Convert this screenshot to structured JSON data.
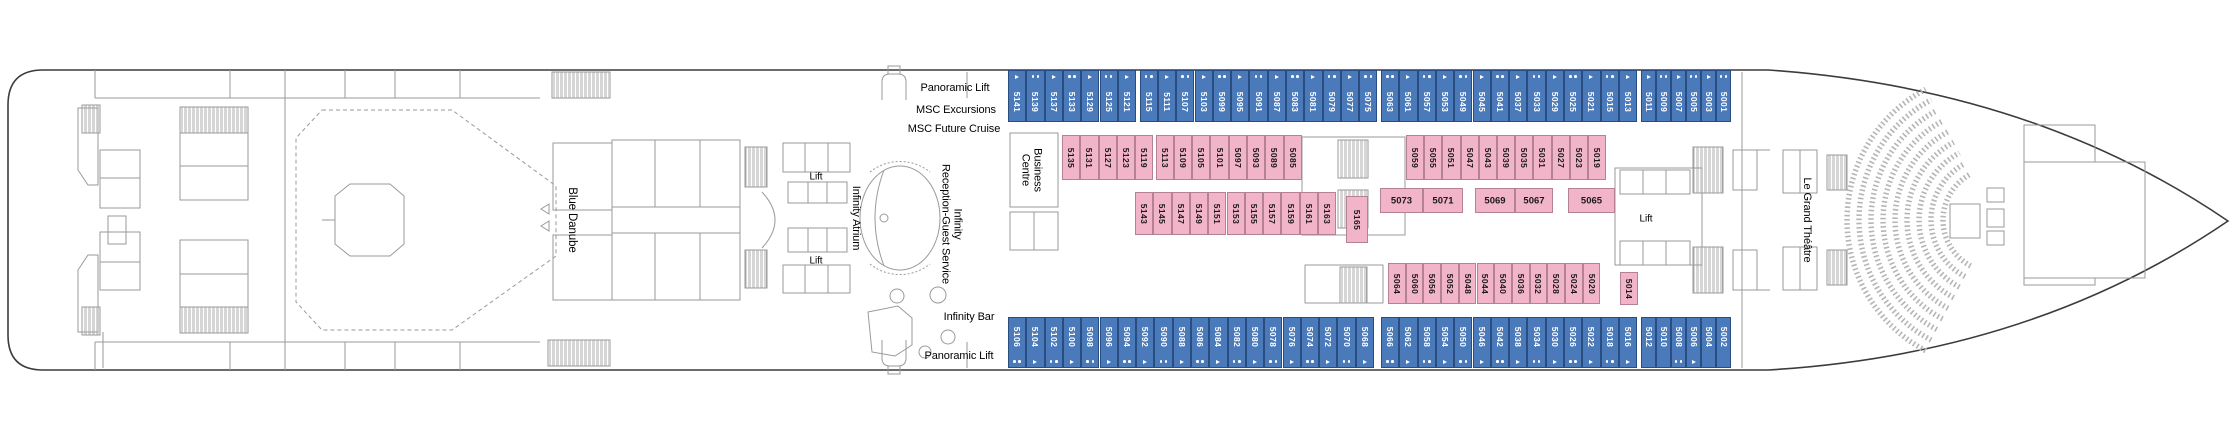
{
  "title": "Cruise ship deck plan - Deck 5",
  "colors": {
    "cabin_blue": "#4b7aba",
    "cabin_pink": "#f2b4c8",
    "wall": "#9a9a9a",
    "hull": "#3c3c3c",
    "seats": "#b5b5b5"
  },
  "labels": {
    "panoramic_lift_top": "Panoramic Lift",
    "msc_excursions": "MSC Excursions",
    "msc_future_cruise": "MSC Future Cruise",
    "business_centre_1": "Business",
    "business_centre_2": "Centre",
    "infinity_atrium": "Infinity Atrium",
    "reception_1": "Infinity",
    "reception_2": "Reception-Guest Service",
    "lift": "Lift",
    "infinity_bar": "Infinity Bar",
    "panoramic_lift_bottom": "Panoramic Lift",
    "blue_danube": "Blue Danube",
    "le_grand_theatre": "Le Grand Théâtre"
  },
  "cabins": {
    "top_a1": [
      {
        "n": "5141",
        "i": "t"
      },
      {
        "n": "5139",
        "i": "d"
      },
      {
        "n": "5137",
        "i": "t"
      },
      {
        "n": "5133",
        "i": "d"
      },
      {
        "n": "5129",
        "i": "t"
      },
      {
        "n": "5125",
        "i": "d"
      },
      {
        "n": "5121",
        "i": "t"
      }
    ],
    "top_a2": [
      {
        "n": "5115",
        "i": "d"
      },
      {
        "n": "5111",
        "i": "t"
      },
      {
        "n": "5107",
        "i": "d"
      },
      {
        "n": "5103",
        "i": "t"
      },
      {
        "n": "5099",
        "i": "d"
      },
      {
        "n": "5095",
        "i": "t"
      },
      {
        "n": "5091",
        "i": "d"
      },
      {
        "n": "5087",
        "i": "t"
      },
      {
        "n": "5083",
        "i": "d"
      },
      {
        "n": "5081",
        "i": "t"
      },
      {
        "n": "5079",
        "i": "d"
      },
      {
        "n": "5077",
        "i": "t"
      },
      {
        "n": "5075",
        "i": "d"
      }
    ],
    "top_b": [
      {
        "n": "5063",
        "i": "d"
      },
      {
        "n": "5061",
        "i": "t"
      },
      {
        "n": "5057",
        "i": "d"
      },
      {
        "n": "5053",
        "i": "t"
      },
      {
        "n": "5049",
        "i": "d"
      },
      {
        "n": "5045",
        "i": "t"
      },
      {
        "n": "5041",
        "i": "d"
      },
      {
        "n": "5037",
        "i": "t"
      },
      {
        "n": "5033",
        "i": "d"
      },
      {
        "n": "5029",
        "i": "t"
      },
      {
        "n": "5025",
        "i": "d"
      },
      {
        "n": "5021",
        "i": "t"
      },
      {
        "n": "5015",
        "i": "d"
      },
      {
        "n": "5013",
        "i": "t"
      }
    ],
    "top_c": [
      {
        "n": "5011",
        "i": "t"
      },
      {
        "n": "5009",
        "i": "d"
      },
      {
        "n": "5007",
        "i": "t"
      },
      {
        "n": "5005",
        "i": "d"
      },
      {
        "n": "5003",
        "i": "t"
      },
      {
        "n": "5001",
        "i": "d"
      }
    ],
    "pink2_a1": [
      {
        "n": "5135"
      },
      {
        "n": "5131"
      },
      {
        "n": "5127"
      },
      {
        "n": "5123"
      },
      {
        "n": "5119"
      }
    ],
    "pink2_a2": [
      {
        "n": "5113"
      },
      {
        "n": "5109"
      },
      {
        "n": "5105"
      },
      {
        "n": "5101"
      },
      {
        "n": "5097"
      },
      {
        "n": "5093"
      },
      {
        "n": "5089"
      },
      {
        "n": "5085"
      }
    ],
    "pink2_b": [
      {
        "n": "5059"
      },
      {
        "n": "5055"
      },
      {
        "n": "5051"
      },
      {
        "n": "5047"
      },
      {
        "n": "5043"
      },
      {
        "n": "5039"
      },
      {
        "n": "5035"
      },
      {
        "n": "5031"
      },
      {
        "n": "5027"
      },
      {
        "n": "5023"
      },
      {
        "n": "5019"
      }
    ],
    "pink3": [
      {
        "n": "5143"
      },
      {
        "n": "5145"
      },
      {
        "n": "5147"
      },
      {
        "n": "5149"
      },
      {
        "n": "5151"
      },
      {
        "n": "5153"
      },
      {
        "n": "5155"
      },
      {
        "n": "5157"
      },
      {
        "n": "5159"
      },
      {
        "n": "5161"
      },
      {
        "n": "5163"
      }
    ],
    "single_5165": {
      "n": "5165"
    },
    "hblock_1": [
      {
        "n": "5073"
      },
      {
        "n": "5071"
      }
    ],
    "hblock_2": [
      {
        "n": "5069"
      },
      {
        "n": "5067"
      }
    ],
    "hblock_3": [
      {
        "n": "5065"
      }
    ],
    "pink4": [
      {
        "n": "5064"
      },
      {
        "n": "5060"
      },
      {
        "n": "5056"
      },
      {
        "n": "5052"
      },
      {
        "n": "5048"
      },
      {
        "n": "5044"
      },
      {
        "n": "5040"
      },
      {
        "n": "5036"
      },
      {
        "n": "5032"
      },
      {
        "n": "5028"
      },
      {
        "n": "5024"
      },
      {
        "n": "5020"
      }
    ],
    "single_5014": {
      "n": "5014"
    },
    "bot_a": [
      {
        "n": "5106",
        "i": "d"
      },
      {
        "n": "5104",
        "i": "t"
      },
      {
        "n": "5102",
        "i": "d"
      },
      {
        "n": "5100",
        "i": "t"
      },
      {
        "n": "5098",
        "i": "d"
      },
      {
        "n": "5096",
        "i": "t"
      },
      {
        "n": "5094",
        "i": "d"
      },
      {
        "n": "5092",
        "i": "t"
      },
      {
        "n": "5090",
        "i": "d"
      },
      {
        "n": "5088",
        "i": "t"
      },
      {
        "n": "5086",
        "i": "d"
      },
      {
        "n": "5084",
        "i": "t"
      },
      {
        "n": "5082",
        "i": "d"
      },
      {
        "n": "5080",
        "i": "t"
      },
      {
        "n": "5078",
        "i": "d"
      },
      {
        "n": "5076",
        "i": "t"
      },
      {
        "n": "5074",
        "i": "d"
      },
      {
        "n": "5072",
        "i": "t"
      },
      {
        "n": "5070",
        "i": "d"
      },
      {
        "n": "5068",
        "i": "t"
      }
    ],
    "bot_b": [
      {
        "n": "5066",
        "i": "d"
      },
      {
        "n": "5062",
        "i": "t"
      },
      {
        "n": "5058",
        "i": "d"
      },
      {
        "n": "5054",
        "i": "t"
      },
      {
        "n": "5050",
        "i": "d"
      },
      {
        "n": "5046",
        "i": "t"
      },
      {
        "n": "5042",
        "i": "d"
      },
      {
        "n": "5038",
        "i": "t"
      },
      {
        "n": "5034",
        "i": "d"
      },
      {
        "n": "5030",
        "i": "t"
      },
      {
        "n": "5026",
        "i": "d"
      },
      {
        "n": "5022",
        "i": "t"
      },
      {
        "n": "5018",
        "i": "d"
      },
      {
        "n": "5016",
        "i": "t"
      }
    ],
    "bot_c": [
      {
        "n": "5012",
        "i": ""
      },
      {
        "n": "5010",
        "i": ""
      },
      {
        "n": "5008",
        "i": "d"
      },
      {
        "n": "5006",
        "i": "t"
      },
      {
        "n": "5004",
        "i": ""
      },
      {
        "n": "5002",
        "i": ""
      }
    ]
  }
}
